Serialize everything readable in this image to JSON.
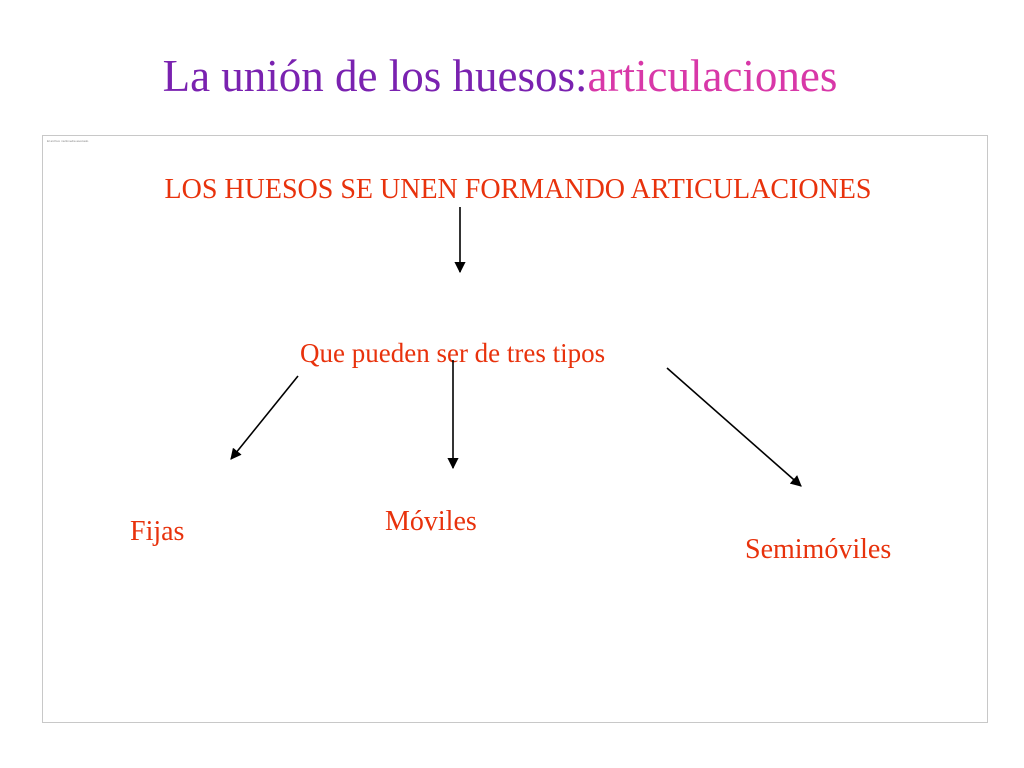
{
  "title": {
    "part1": "La unión de los huesos:",
    "part2": "articulaciones"
  },
  "frame_note": "El archivo multimedia asociado",
  "diagram": {
    "main": "LOS HUESOS SE UNEN FORMANDO ARTICULACIONES",
    "sub": "Que pueden ser de tres tipos",
    "types": [
      "Fijas",
      "Móviles",
      "Semimóviles"
    ]
  },
  "colors": {
    "title_purple": "#7a22b0",
    "title_pink": "#d838a8",
    "label_red": "#e8320c",
    "arrow": "#000000"
  }
}
